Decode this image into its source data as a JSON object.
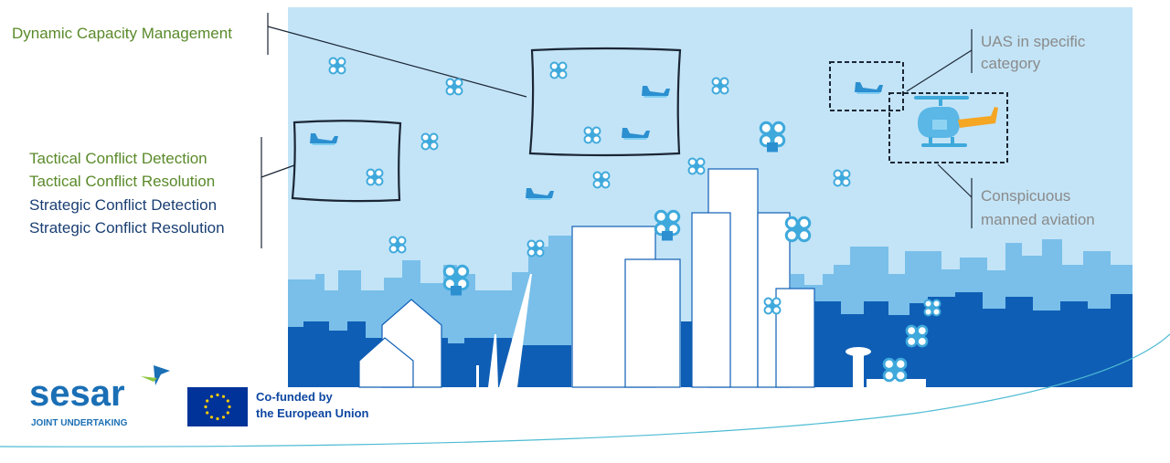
{
  "left_labels": {
    "dynamic_capacity": "Dynamic Capacity Management",
    "tactical_detection": "Tactical Conflict Detection",
    "tactical_resolution": "Tactical Conflict Resolution",
    "strategic_detection": "Strategic Conflict Detection",
    "strategic_resolution": "Strategic Conflict Resolution"
  },
  "right_labels": {
    "uas_line1": "UAS in specific",
    "uas_line2": "category",
    "manned_line1": "Conspicuous",
    "manned_line2": "manned aviation"
  },
  "footer": {
    "sesar_logo": "sesar",
    "sesar_subtitle": "JOINT UNDERTAKING",
    "eu_line1": "Co-funded by",
    "eu_line2": "the European Union"
  },
  "colors": {
    "sky": "#c3e4f7",
    "city_far": "#79bfea",
    "city_near": "#0f5eb5",
    "label_green": "#5a8a2a",
    "label_navy": "#1a3f73",
    "label_grey": "#8a8a8a",
    "drone": "#3fa9dc",
    "helicopter_body": "#5ab7e6",
    "helicopter_tail": "#f5a623",
    "eu_blue": "#003399",
    "eu_star": "#ffcc00",
    "sesar_blue": "#1a6fb5",
    "sesar_green": "#8cc63f"
  },
  "icons": [
    "quadcopter-drone-icon",
    "fixed-wing-drone-icon",
    "helicopter-icon",
    "eu-flag-icon",
    "sesar-logo-icon"
  ]
}
